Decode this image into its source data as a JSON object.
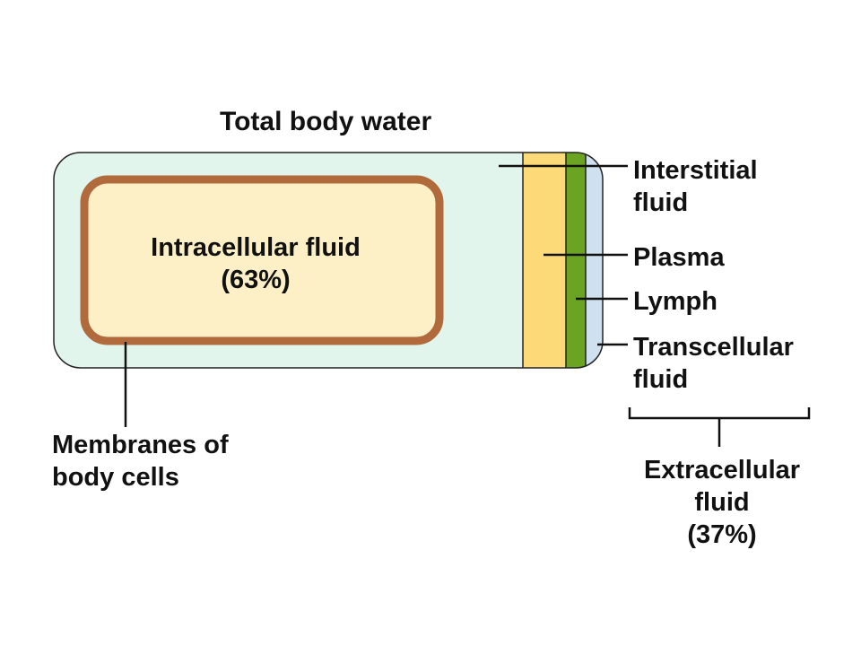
{
  "title": "Total body water",
  "intracellular": {
    "label_line1": "Intracellular fluid",
    "label_line2": "(63%)",
    "percent": 63
  },
  "extracellular": {
    "label_line1": "Extracellular",
    "label_line2": "fluid",
    "label_line3": "(37%)",
    "percent": 37
  },
  "compartments": {
    "interstitial_line1": "Interstitial",
    "interstitial_line2": "fluid",
    "plasma": "Plasma",
    "lymph": "Lymph",
    "transcellular_line1": "Transcellular",
    "transcellular_line2": "fluid"
  },
  "membranes": {
    "line1": "Membranes of",
    "line2": "body cells"
  },
  "colors": {
    "interstitial": "#e2f5ec",
    "intracellular": "#fdf0c6",
    "membrane": "#b06a3c",
    "plasma": "#fdda78",
    "lymph": "#6aa422",
    "transcellular": "#cfe0ef",
    "outline": "#222222"
  }
}
